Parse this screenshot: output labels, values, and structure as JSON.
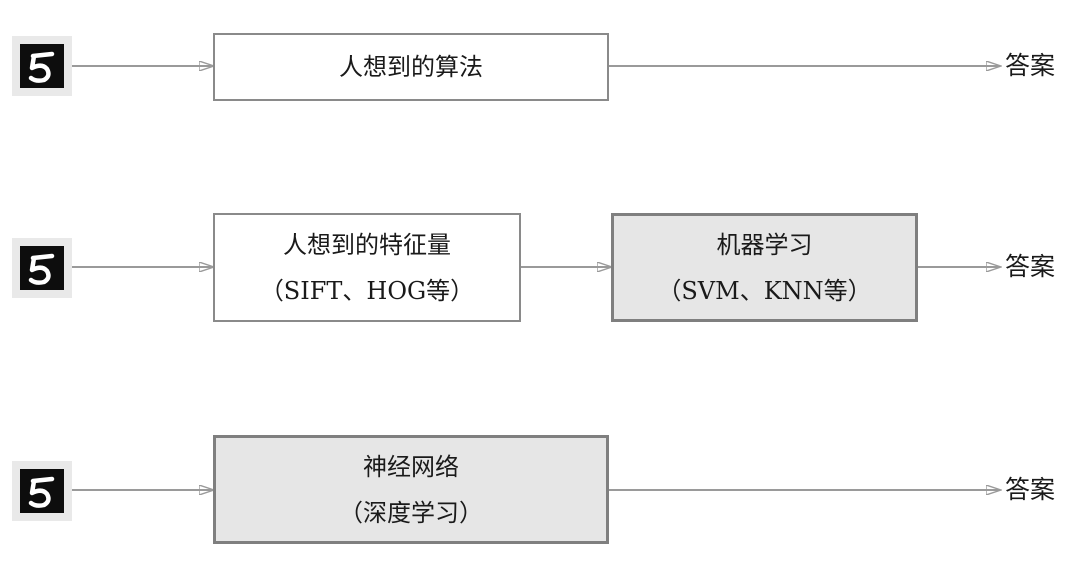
{
  "rows": [
    {
      "boxes": [
        {
          "style": "plain",
          "lines": [
            "人想到的算法"
          ]
        }
      ],
      "answer": "答案"
    },
    {
      "boxes": [
        {
          "style": "plain",
          "lines": [
            "人想到的特征量",
            "（SIFT、HOG等）"
          ]
        },
        {
          "style": "shaded",
          "lines": [
            "机器学习",
            "（SVM、KNN等）"
          ]
        }
      ],
      "answer": "答案"
    },
    {
      "boxes": [
        {
          "style": "shaded",
          "lines": [
            "神经网络",
            "（深度学习）"
          ]
        }
      ],
      "answer": "答案"
    }
  ],
  "colors": {
    "arrow": "#9a9a9a",
    "box_border": "#8a8a8a",
    "box_shaded_fill": "#e6e6e6",
    "thumb_bg": "#e9e9e9",
    "digit_bg": "#0d0d0d",
    "digit_stroke": "#ffffff"
  },
  "icons": {
    "input": "handwritten-digit-image"
  }
}
